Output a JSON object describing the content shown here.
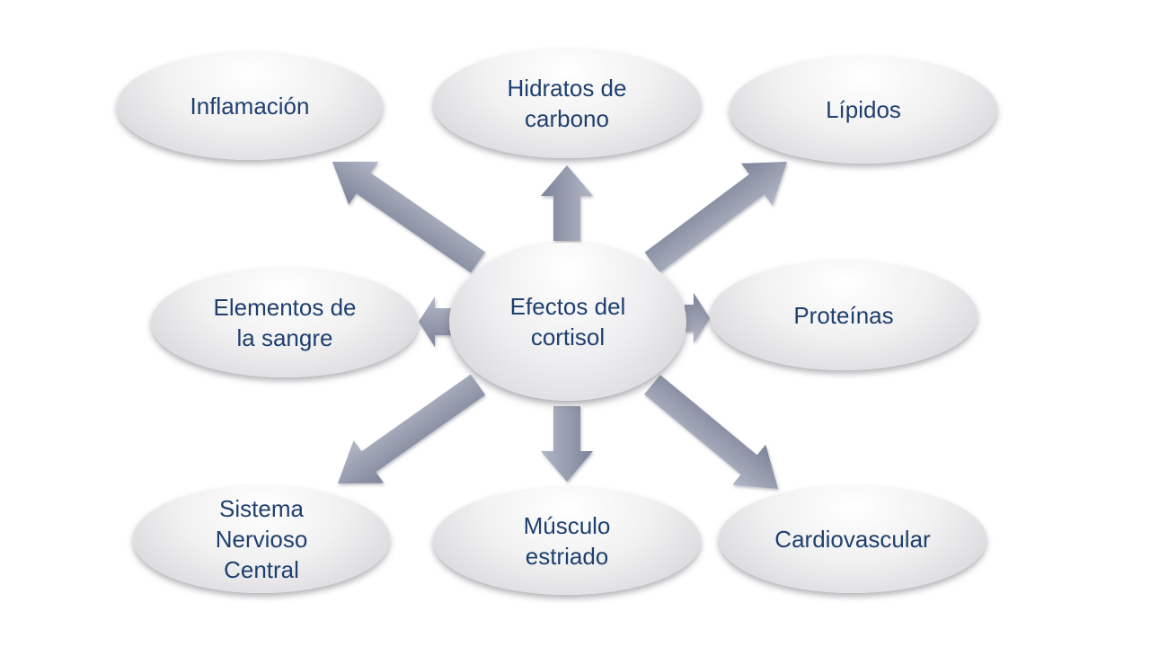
{
  "diagram": {
    "center": {
      "label": "Efectos del\ncortisol"
    },
    "nodes": [
      {
        "id": "inflamacion",
        "label": "Inflamación"
      },
      {
        "id": "hidratos",
        "label": "Hidratos de\ncarbono"
      },
      {
        "id": "lipidos",
        "label": "Lípidos"
      },
      {
        "id": "elementos",
        "label": "Elementos de\nla sangre"
      },
      {
        "id": "proteinas",
        "label": "Proteínas"
      },
      {
        "id": "snc",
        "label": "Sistema\nNervioso\nCentral"
      },
      {
        "id": "musculo",
        "label": "Músculo\nestriado"
      },
      {
        "id": "cardio",
        "label": "Cardiovascular"
      }
    ],
    "colors": {
      "text": "#1f3f6e",
      "arrow_light": "#b3b7c6",
      "arrow_dark": "#7d8398"
    }
  }
}
